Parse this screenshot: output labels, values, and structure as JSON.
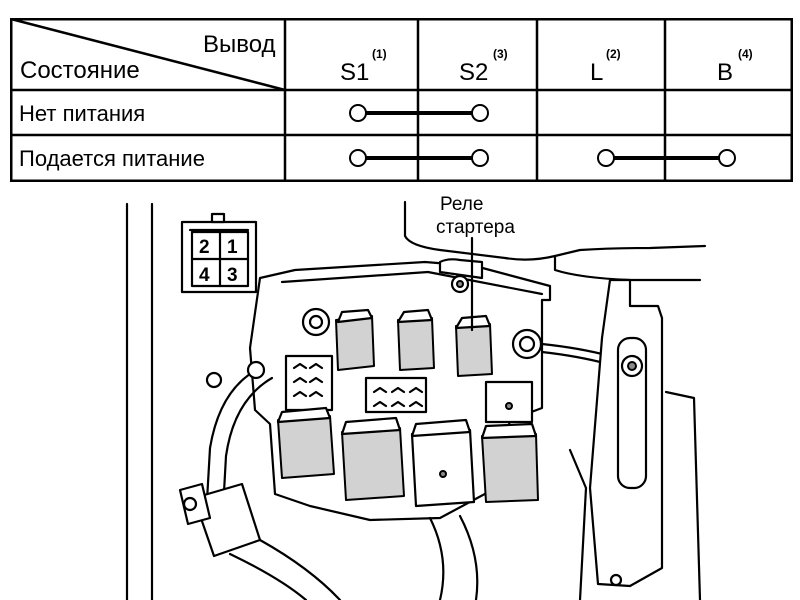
{
  "table": {
    "header_terminal": "Вывод",
    "header_state": "Состояние",
    "terminals": [
      {
        "name": "S1",
        "sup": "(1)"
      },
      {
        "name": "S2",
        "sup": "(3)"
      },
      {
        "name": "L",
        "sup": "(2)"
      },
      {
        "name": "B",
        "sup": "(4)"
      }
    ],
    "rows": [
      {
        "state": "Нет питания",
        "connections": [
          [
            "S1",
            "S2"
          ]
        ]
      },
      {
        "state": "Подается питание",
        "connections": [
          [
            "S1",
            "S2"
          ],
          [
            "L",
            "B"
          ]
        ]
      }
    ]
  },
  "illustration": {
    "callout_line1": "Реле",
    "callout_line2": "стартера",
    "connector_pins": [
      "2",
      "1",
      "4",
      "3"
    ]
  }
}
